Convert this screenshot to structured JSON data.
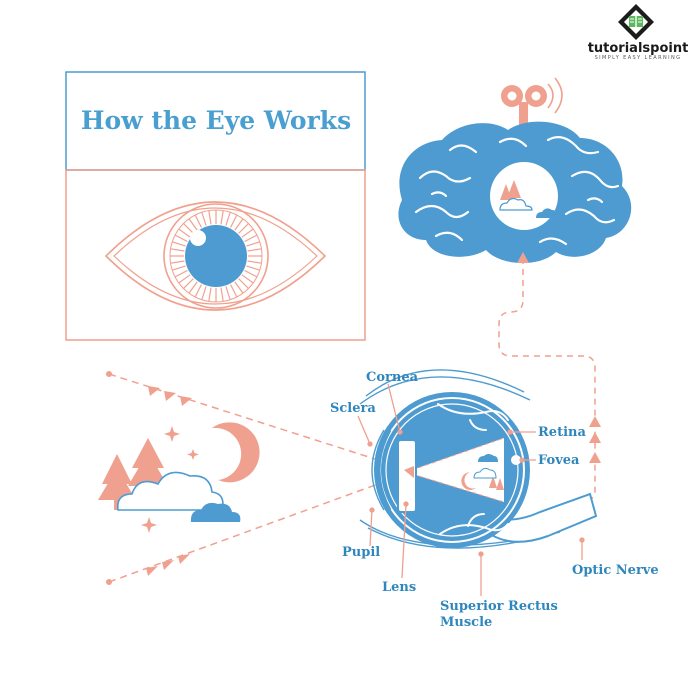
{
  "title": "How the Eye Works",
  "brand": {
    "name": "tutorialspoint",
    "tagline": "SIMPLY EASY LEARNING"
  },
  "labels": {
    "cornea": "Cornea",
    "sclera": "Sclera",
    "retina": "Retina",
    "fovea": "Fovea",
    "pupil": "Pupil",
    "lens": "Lens",
    "optic_nerve": "Optic Nerve",
    "superior_rectus_line1": "Superior Rectus",
    "superior_rectus_line2": "Muscle"
  },
  "colors": {
    "blue": "#4d9bd0",
    "dark_blue": "#2f86bd",
    "salmon": "#f0a08e",
    "light_salmon": "#f6c3b5"
  }
}
